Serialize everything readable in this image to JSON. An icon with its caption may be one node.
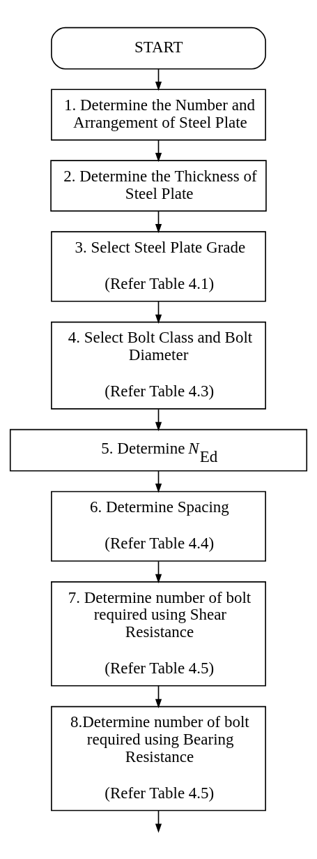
{
  "diagram": {
    "nodes": [
      {
        "text": [
          "START"
        ]
      },
      {
        "text": [
          "1. Determine the Number and Arrangement of Steel Plate"
        ]
      },
      {
        "text": [
          "2. Determine the Thickness of Steel Plate"
        ]
      },
      {
        "text": [
          "3. Select Steel Plate Grade",
          "(Refer Table 4.1)"
        ]
      },
      {
        "text": [
          "4. Select Bolt Class and Bolt Diameter",
          "(Refer Table 4.3)"
        ]
      },
      {
        "text": [
          "5. Determine *N*$_{Ed}$"
        ]
      },
      {
        "text": [
          "6. Determine Spacing",
          "(Refer Table 4.4)"
        ]
      },
      {
        "text": [
          "7. Determine number of bolt required using Shear Resistance",
          "(Refer Table 4.5)"
        ]
      },
      {
        "text": [
          "8.Determine number of bolt required using Bearing Resistance",
          "(Refer Table 4.5)"
        ]
      }
    ],
    "edges": [
      {
        "from": 0,
        "to": 1,
        "arrow": "to"
      },
      {
        "from": 1,
        "to": 2,
        "arrow": "to"
      },
      {
        "from": 2,
        "to": 3,
        "arrow": "to"
      },
      {
        "from": 3,
        "to": 4,
        "arrow": "to"
      },
      {
        "from": 4,
        "to": 5,
        "arrow": "to"
      },
      {
        "from": 5,
        "to": 6,
        "arrow": "to"
      },
      {
        "from": 6,
        "to": 7,
        "arrow": "to"
      },
      {
        "from": 7,
        "to": 8,
        "arrow": "to"
      },
      {
        "from": 8,
        "to": null,
        "arrow": "to"
      }
    ]
  }
}
